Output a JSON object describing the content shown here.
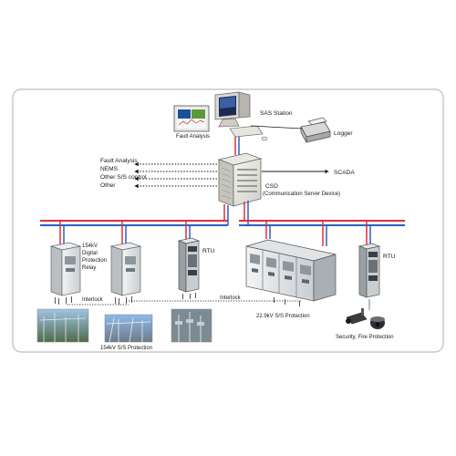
{
  "labels": {
    "fault_analysis_screen": "Fault Analysis",
    "sas_station": "SAS Station",
    "logger": "Logger",
    "scada": "SCADA",
    "csd_title": "CSD",
    "csd_subtitle": "(Communication Server Device)",
    "outputs": [
      "Fault Analysis",
      "NEMS",
      "Other S/S control",
      "Other"
    ],
    "relay_154_line1": "154kV",
    "relay_154_line2": "Digital",
    "relay_154_line3": "Protection",
    "relay_154_line4": "Relay",
    "rtu_left": "RTU",
    "rtu_right": "RTU",
    "interlock_left": "Interlock",
    "interlock_right": "Interlock",
    "protection_154": "154kV S/S Protection",
    "protection_229": "22.9kV S/S Protection",
    "security_fire": "Security, Fire Protection"
  },
  "colors": {
    "bus_red": "#e0303a",
    "bus_blue": "#2a5ec8",
    "frame_border": "#bdbdbd",
    "cabinet_body": "#dfe3e6",
    "cabinet_dark": "#8e969c"
  },
  "icons": {
    "workstation": "computer-monitor-icon",
    "printer": "printer-icon",
    "server": "server-rack-icon",
    "camera": "security-camera-icon"
  }
}
